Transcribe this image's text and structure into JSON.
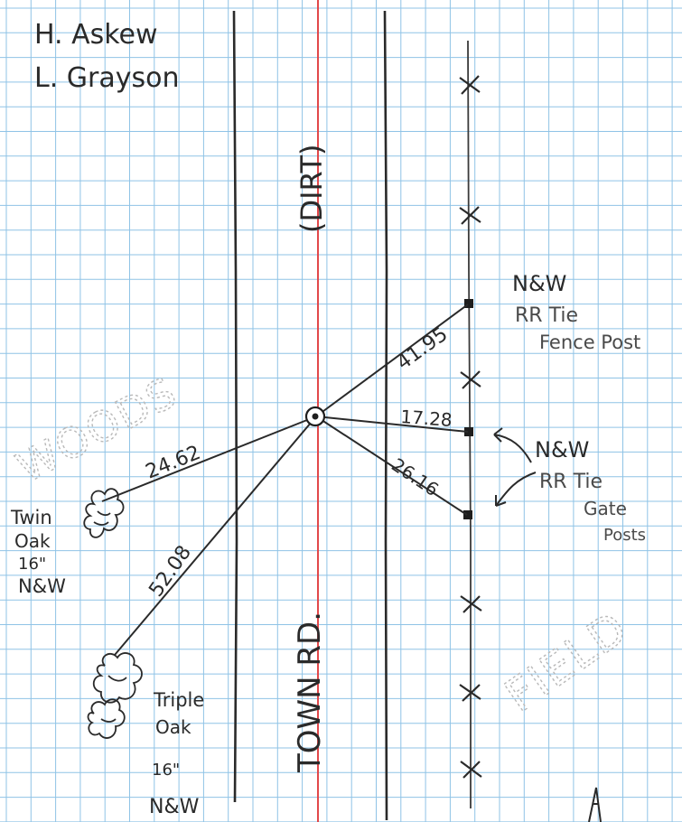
{
  "colors": {
    "paper": "#ffffff",
    "grid": "#8fc3e6",
    "ink": "#2a2a2a",
    "center_line": "#e2484a"
  },
  "header": {
    "name_1": "H. Askew",
    "name_2": "L. Grayson"
  },
  "road": {
    "surface_label": "(DIRT)",
    "name_label": "TOWN RD."
  },
  "measurements": {
    "fence_post": "41.95",
    "gate_post_upper": "17.28",
    "gate_post_lower": "26.16",
    "twin_oak": "24.62",
    "triple_oak": "52.08"
  },
  "fence_post_note": {
    "line_1": "N&W",
    "line_2": "RR Tie",
    "line_3": "Fence Post"
  },
  "gate_posts_note": {
    "line_1": "N&W",
    "line_2": "RR Tie",
    "line_3": "Gate",
    "line_4": "Posts"
  },
  "twin_oak_note": {
    "line_1": "Twin",
    "line_2": "Oak",
    "line_3": "16\"",
    "line_4": "N&W"
  },
  "triple_oak_note": {
    "line_1": "Triple",
    "line_2": "Oak",
    "line_3": "16\"",
    "line_4": "N&W"
  },
  "area_labels": {
    "west": "WOODS",
    "east": "FIELD"
  }
}
